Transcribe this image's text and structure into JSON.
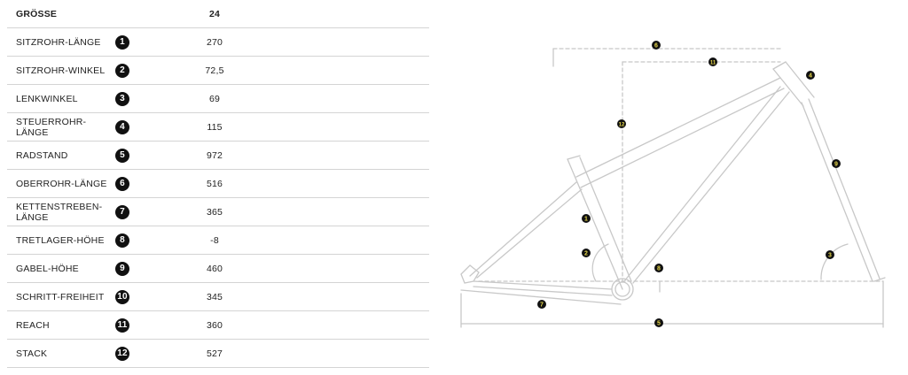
{
  "table": {
    "header": {
      "label": "GRÖSSE",
      "value": "24"
    },
    "rows": [
      {
        "label": "SITZROHR-LÄNGE",
        "num": "1",
        "value": "270"
      },
      {
        "label": "SITZROHR-WINKEL",
        "num": "2",
        "value": "72,5"
      },
      {
        "label": "LENKWINKEL",
        "num": "3",
        "value": "69"
      },
      {
        "label": "STEUERROHR-LÄNGE",
        "num": "4",
        "value": "115"
      },
      {
        "label": "RADSTAND",
        "num": "5",
        "value": "972"
      },
      {
        "label": "OBERROHR-LÄNGE",
        "num": "6",
        "value": "516"
      },
      {
        "label": "KETTENSTREBEN-LÄNGE",
        "num": "7",
        "value": "365"
      },
      {
        "label": "TRETLAGER-HÖHE",
        "num": "8",
        "value": "-8"
      },
      {
        "label": "GABEL-HÖHE",
        "num": "9",
        "value": "460"
      },
      {
        "label": "SCHRITT-FREIHEIT",
        "num": "10",
        "value": "345"
      },
      {
        "label": "REACH",
        "num": "11",
        "value": "360"
      },
      {
        "label": "STACK",
        "num": "12",
        "value": "527"
      }
    ]
  },
  "diagram": {
    "markers": [
      "1",
      "2",
      "3",
      "4",
      "5",
      "6",
      "7",
      "8",
      "9",
      "11",
      "12"
    ]
  },
  "colors": {
    "frame_line": "#c8c8c8",
    "marker_fill": "#111111",
    "marker_text": "#e8d84a"
  }
}
